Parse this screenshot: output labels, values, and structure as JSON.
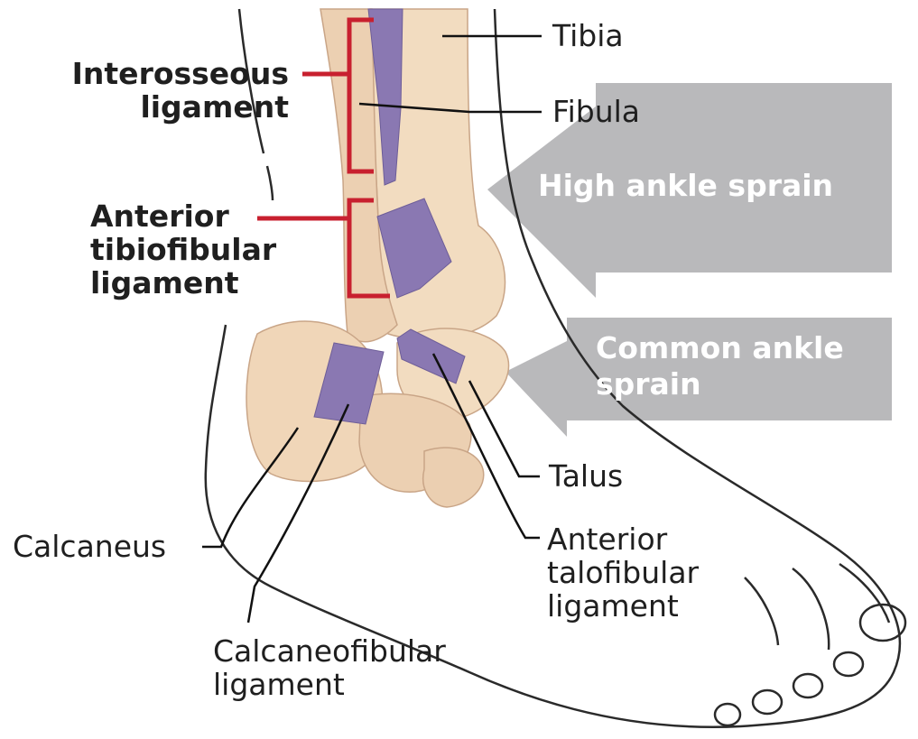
{
  "labels": {
    "tibia": "Tibia",
    "fibula": "Fibula",
    "interosseous": "Interosseous\nligament",
    "anterior_tibiofibular": "Anterior\ntibiofibular\nligament",
    "high_ankle_sprain": "High ankle sprain",
    "common_ankle_sprain": "Common ankle\nsprain",
    "talus": "Talus",
    "calcaneus": "Calcaneus",
    "anterior_talofibular": "Anterior\ntalofibular\nligament",
    "calcaneofibular": "Calcaneofibular\nligament"
  },
  "colors": {
    "bone": "#f2dcc0",
    "bone_shadow": "#d9b79a",
    "ligament": "#8a78b2",
    "ligament_dark": "#6d5d98",
    "bracket": "#c8202f",
    "arrow": "#b9b9bb",
    "outline": "#2a2a2a",
    "leader": "#111111"
  }
}
